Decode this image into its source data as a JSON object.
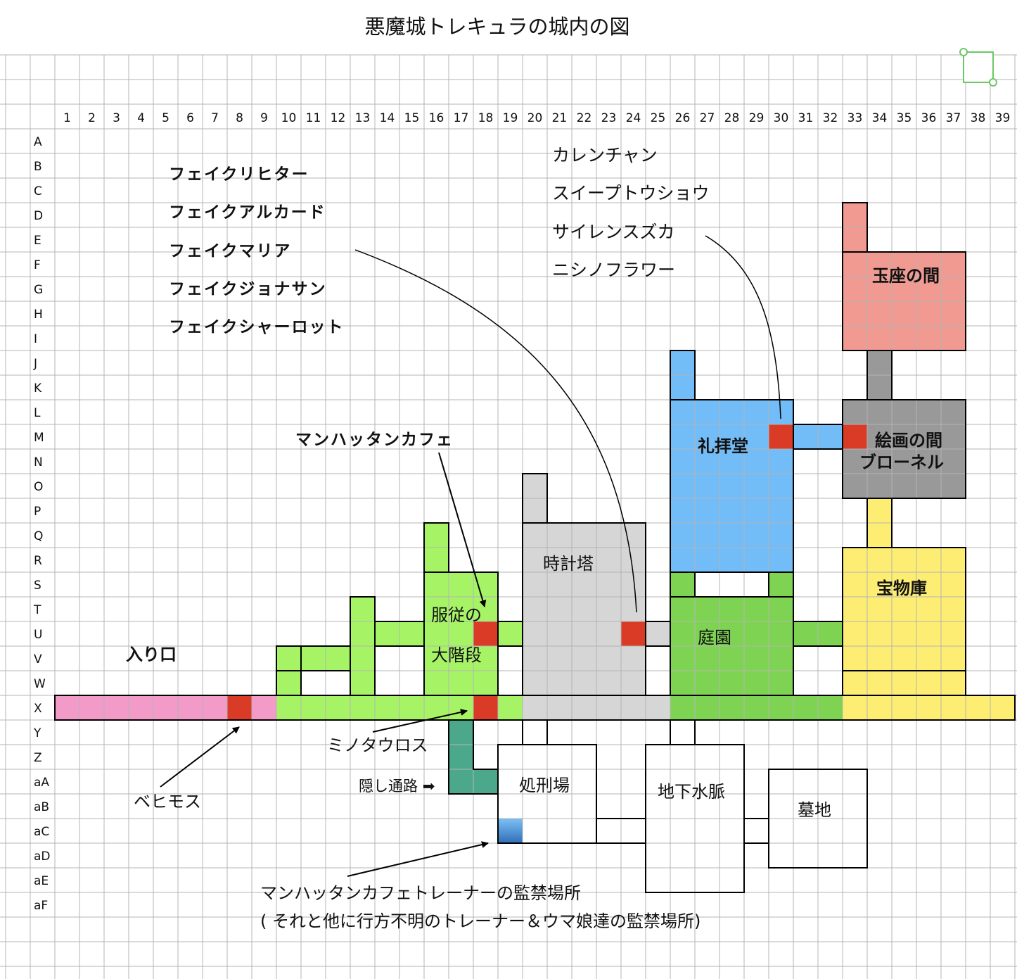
{
  "title": "悪魔城トレキュラの城内の図",
  "columns": [
    "1",
    "2",
    "3",
    "4",
    "5",
    "6",
    "7",
    "8",
    "9",
    "10",
    "11",
    "12",
    "13",
    "14",
    "15",
    "16",
    "17",
    "18",
    "19",
    "20",
    "21",
    "22",
    "23",
    "24",
    "25",
    "26",
    "27",
    "28",
    "29",
    "30",
    "31",
    "32",
    "33",
    "34",
    "35",
    "36",
    "37",
    "38",
    "39"
  ],
  "rows": [
    "A",
    "B",
    "C",
    "D",
    "E",
    "F",
    "G",
    "H",
    "I",
    "J",
    "K",
    "L",
    "M",
    "N",
    "O",
    "P",
    "Q",
    "R",
    "S",
    "T",
    "U",
    "V",
    "W",
    "X",
    "Y",
    "Z",
    "aA",
    "aB",
    "aC",
    "aD",
    "aE",
    "aF"
  ],
  "fake_list": [
    "フェイクリヒター",
    "フェイクアルカード",
    "フェイクマリア",
    "フェイクジョナサン",
    "フェイクシャーロット"
  ],
  "uma_list": [
    "カレンチャン",
    "スイープトウショウ",
    "サイレンスズカ",
    "ニシノフラワー"
  ],
  "rooms": {
    "entrance": "入り口",
    "grand_stairs_1": "服従の",
    "grand_stairs_2": "大階段",
    "clock_tower": "時計塔",
    "chapel": "礼拝堂",
    "gallery": "絵画の間",
    "gallery_boss": "ブローネル",
    "throne": "玉座の間",
    "treasury": "宝物庫",
    "garden": "庭園",
    "execution": "処刑場",
    "underground": "地下水脈",
    "graveyard": "墓地"
  },
  "annotations": {
    "cafe": "マンハッタンカフェ",
    "minotaur": "ミノタウロス",
    "behemoth": "ベヒモス",
    "hidden_passage": "隠し通路",
    "hidden_arrow": "➡",
    "prison_1": "マンハッタンカフェトレーナーの監禁場所",
    "prison_2": "( それと他に行方不明のトレーナー＆ウマ娘達の監禁場所)"
  },
  "colors": {
    "entrance_pink": "#f29ac8",
    "light_green": "#a6f466",
    "clock_grey": "#d6d6d6",
    "chapel_blue": "#72bdf8",
    "garden_green": "#7ed352",
    "treasury_yellow": "#fdee73",
    "throne_pink": "#f09a92",
    "gallery_grey": "#999999",
    "hidden_teal": "#4ca88a",
    "boss_red": "#da3b26",
    "grid": "#b4b4b4"
  }
}
